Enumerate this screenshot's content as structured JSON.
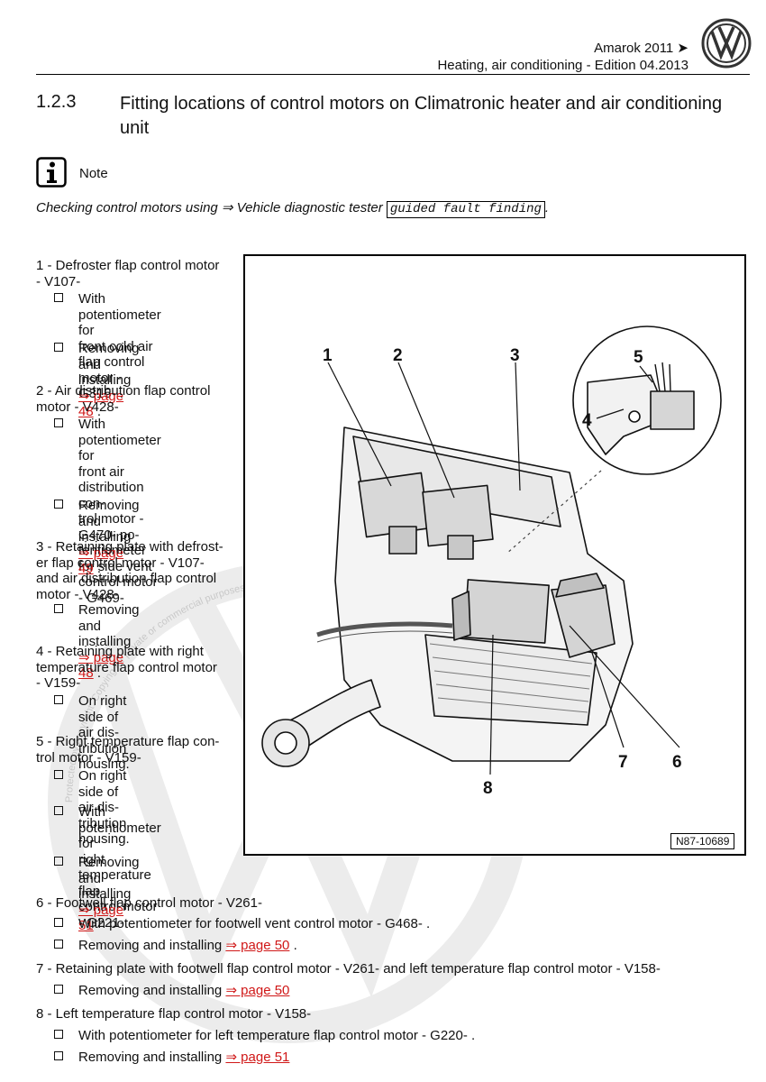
{
  "header": {
    "model": "Amarok 2011 ➤",
    "subtitle": "Heating, air conditioning - Edition 04.2013"
  },
  "section": {
    "number": "1.2.3",
    "title": "Fitting locations of control motors on Climatronic heater and air conditioning unit"
  },
  "note": {
    "label": "Note",
    "text_prefix": "Checking control motors using ⇒ Vehicle diagnostic tester ",
    "boxed": "guided fault finding",
    "text_suffix": "."
  },
  "items": [
    {
      "lines": [
        "1 - Defroster flap control motor",
        "- V107-"
      ],
      "subs": [
        {
          "lines": [
            "With potentiometer for",
            "front cold air flap control",
            "motor - G315- ."
          ]
        },
        {
          "lines": [
            "Removing and installing"
          ],
          "link": "⇒ page 48",
          "suffix": " ."
        }
      ]
    },
    {
      "lines": [
        "2 - Air distribution flap control",
        "motor - V428-"
      ],
      "subs": [
        {
          "lines": [
            "With potentiometer for",
            "front air distribution con-",
            "trol motor - G470- po-",
            "tentiometer for side vent",
            "control motor - G469-"
          ]
        },
        {
          "lines": [
            "Removing and installing"
          ],
          "link": "⇒ page 49",
          "suffix": " ."
        }
      ]
    },
    {
      "lines": [
        "3 - Retaining plate with defrost-",
        "er flap control motor - V107-",
        "and air distribution flap control",
        "motor - V428-"
      ],
      "subs": [
        {
          "lines": [
            "Removing and installing"
          ],
          "link": "⇒ page 48",
          "suffix": " ."
        }
      ]
    },
    {
      "lines": [
        "4 - Retaining plate with right",
        "temperature flap control motor",
        "- V159-"
      ],
      "subs": [
        {
          "lines": [
            "On right side of air dis-",
            "tribution housing."
          ]
        }
      ]
    },
    {
      "lines": [
        "5 - Right temperature flap con-",
        "trol motor - V159-"
      ],
      "subs": [
        {
          "lines": [
            "On right side of air dis-",
            "tribution housing."
          ]
        },
        {
          "lines": [
            "With potentiometer for",
            "right temperature flap",
            "control motor - G221-"
          ]
        },
        {
          "lines": [
            "Removing and installing"
          ],
          "link": "⇒ page 51",
          "suffix": ""
        }
      ]
    },
    {
      "lines": [
        "6 - Footwell flap control motor - V261-"
      ],
      "subs": [
        {
          "lines": [
            "With potentiometer for footwell vent control motor - G468- ."
          ]
        },
        {
          "lines": [
            "Removing and installing "
          ],
          "link_inline": "⇒ page 50",
          "suffix": " ."
        }
      ]
    },
    {
      "lines": [
        "7 - Retaining plate with footwell flap control motor - V261- and left temperature flap control motor - V158-"
      ],
      "subs": [
        {
          "lines": [
            "Removing and installing "
          ],
          "link_inline": "⇒ page 50",
          "suffix": ""
        }
      ]
    },
    {
      "lines": [
        "8 - Left temperature flap control motor - V158-"
      ],
      "subs": [
        {
          "lines": [
            "With potentiometer for left temperature flap control motor - G220- ."
          ]
        },
        {
          "lines": [
            "Removing and installing "
          ],
          "link_inline": "⇒ page 51",
          "suffix": ""
        }
      ]
    }
  ],
  "figure": {
    "callouts": [
      "1",
      "2",
      "3",
      "4",
      "5",
      "6",
      "7",
      "8"
    ],
    "code": "N87-10689"
  },
  "watermark": {
    "text": "Protected by copyright. Copying for private or commercial purposes, in part or in whole, is not permitted unless authorised by Volkswagen AG. Volkswagen AG does not guarantee or accept any liability with respect to the correctness of information in this document. Copyright by Volkswagen AG."
  }
}
